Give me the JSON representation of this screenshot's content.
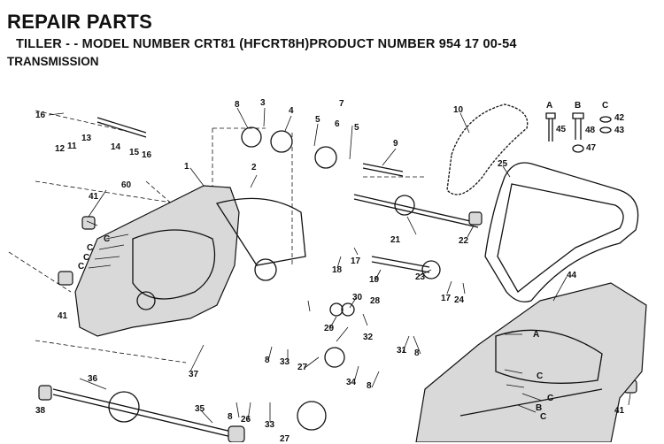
{
  "header": {
    "title": "REPAIR PARTS",
    "subtitle": "TILLER - - MODEL NUMBER CRT81 (HFCRT8H)PRODUCT NUMBER 954 17 00-54",
    "section": "TRANSMISSION"
  },
  "diagram": {
    "labels": [
      "1",
      "2",
      "3",
      "4",
      "5",
      "6",
      "5",
      "7",
      "8",
      "9",
      "10",
      "11",
      "12",
      "13",
      "14",
      "15",
      "16",
      "16",
      "17",
      "17",
      "18",
      "19",
      "21",
      "22",
      "23",
      "24",
      "25",
      "26",
      "27",
      "27",
      "28",
      "29",
      "30",
      "31",
      "32",
      "33",
      "33",
      "34",
      "35",
      "36",
      "37",
      "38",
      "41",
      "41",
      "41",
      "42",
      "43",
      "44",
      "45",
      "47",
      "48",
      "8",
      "8",
      "8",
      "8",
      "A",
      "B",
      "C",
      "60",
      "A",
      "B",
      "C",
      "C",
      "C",
      "C",
      "C",
      "C",
      "C"
    ]
  }
}
